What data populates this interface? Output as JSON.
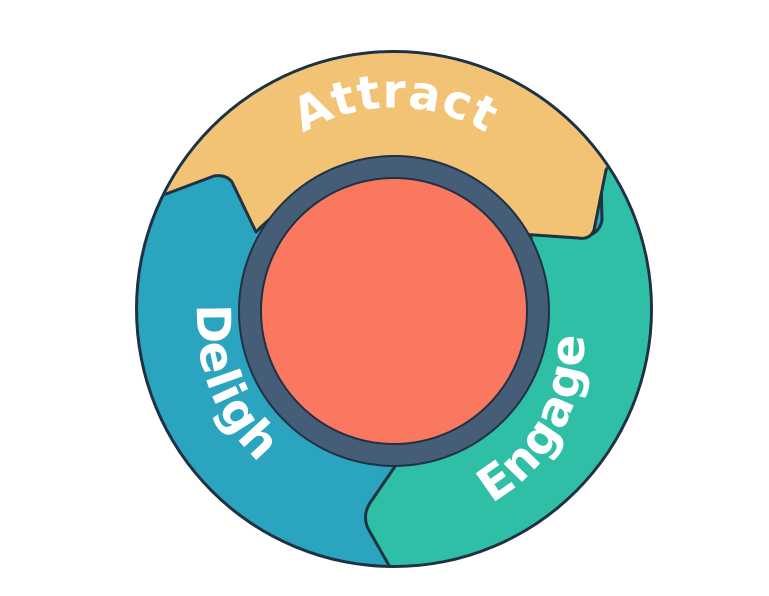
{
  "flywheel": {
    "segments": [
      {
        "key": "attract",
        "label": "Attract",
        "color": "#F2C275"
      },
      {
        "key": "engage",
        "label": "Engage",
        "color": "#2EBFA6"
      },
      {
        "key": "delight",
        "label": "Delight",
        "color": "#2AA4BF"
      }
    ],
    "colors": {
      "outline": "#1F3143",
      "inner_ring": "#465D78",
      "hub": "#FA785F",
      "label_text": "#FFFFFF"
    }
  }
}
